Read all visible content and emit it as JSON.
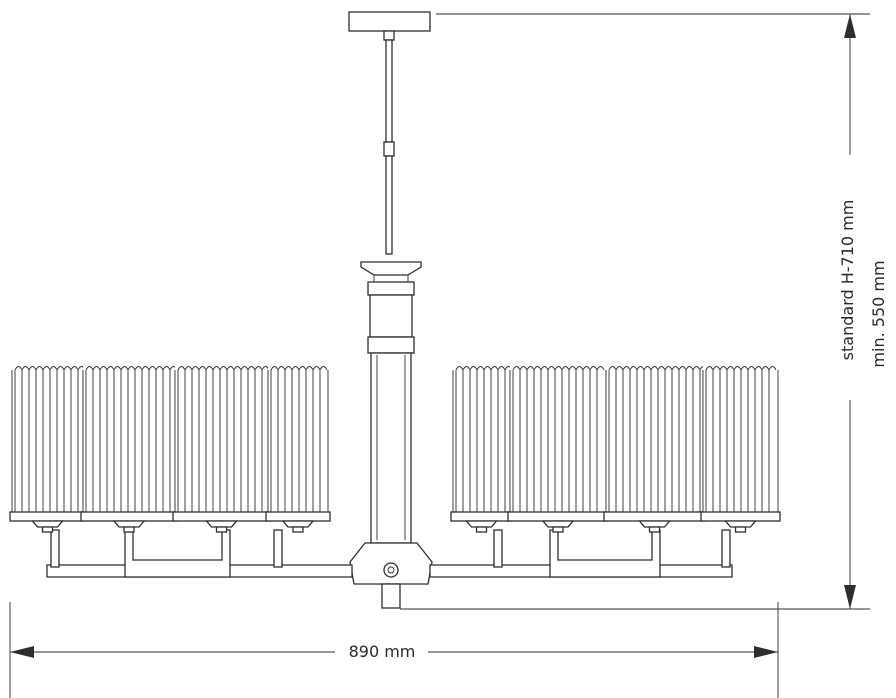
{
  "dimensions": {
    "width_label": "890 mm",
    "height_standard_label": "standard H-710 mm",
    "height_min_label": "min. 550 mm"
  },
  "colors": {
    "line": "#2e2e2e",
    "background": "#ffffff"
  }
}
